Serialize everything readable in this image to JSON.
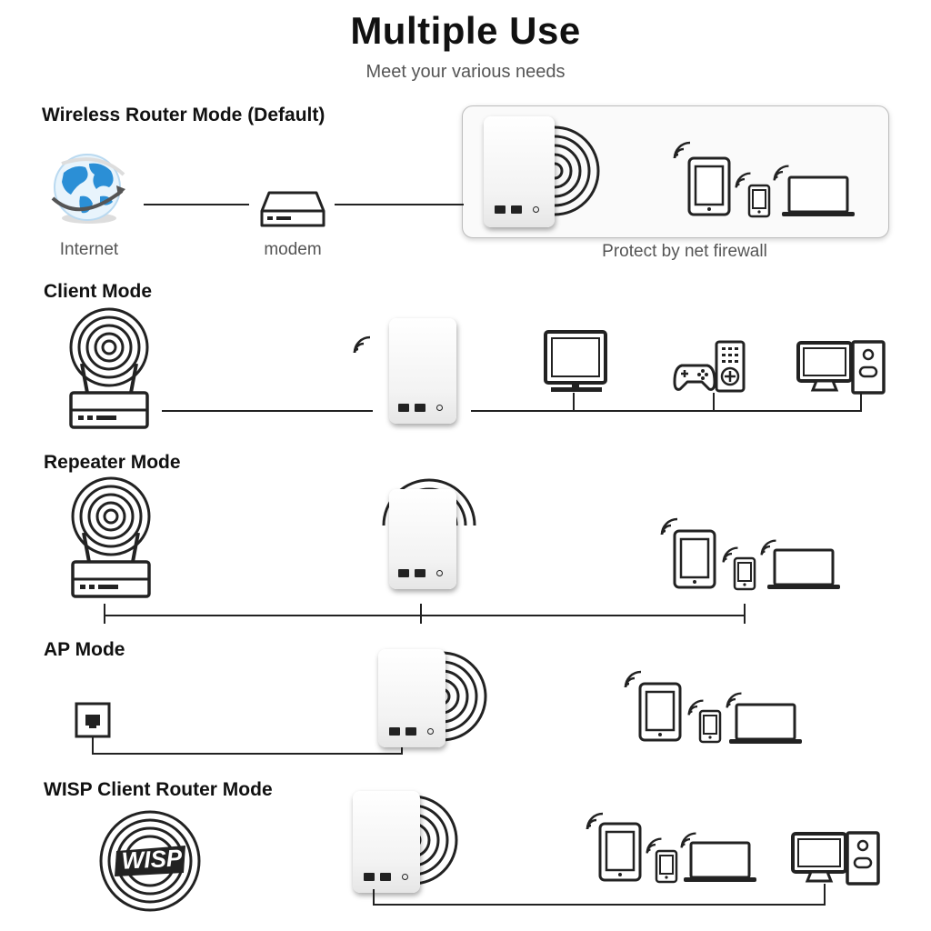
{
  "header": {
    "title": "Multiple Use",
    "subtitle": "Meet your various needs"
  },
  "modes": [
    {
      "title": "Wireless Router Mode (Default)",
      "labels": {
        "internet": "Internet",
        "modem": "modem",
        "firewall": "Protect by net firewall"
      },
      "icons": [
        "globe-icon",
        "modem-icon",
        "router-device",
        "tablet-icon",
        "phone-icon",
        "laptop-icon"
      ]
    },
    {
      "title": "Client Mode",
      "icons": [
        "main-router-icon",
        "router-device",
        "tv-icon",
        "game-controller-icon",
        "remote-icon",
        "desktop-computer-icon"
      ]
    },
    {
      "title": "Repeater Mode",
      "icons": [
        "main-router-icon",
        "router-device",
        "tablet-icon",
        "phone-icon",
        "laptop-icon"
      ]
    },
    {
      "title": "AP Mode",
      "icons": [
        "wall-socket-icon",
        "router-device",
        "tablet-icon",
        "phone-icon",
        "laptop-icon"
      ]
    },
    {
      "title": "WISP Client Router Mode",
      "labels": {
        "wisp": "WISP"
      },
      "icons": [
        "wisp-signal-icon",
        "router-device",
        "tablet-icon",
        "phone-icon",
        "laptop-icon",
        "desktop-computer-icon"
      ]
    }
  ],
  "colors": {
    "globe_blue": "#2b8fd6",
    "ink": "#222222",
    "panel_border": "#bdbdbd"
  }
}
